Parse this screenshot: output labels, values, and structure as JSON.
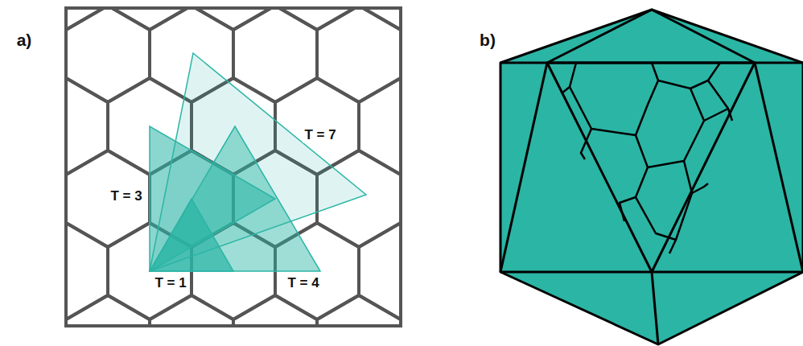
{
  "diagram": {
    "labels": [
      "a)",
      "b)",
      "T = 7",
      "T = 3",
      "T = 1",
      "T = 4"
    ]
  }
}
